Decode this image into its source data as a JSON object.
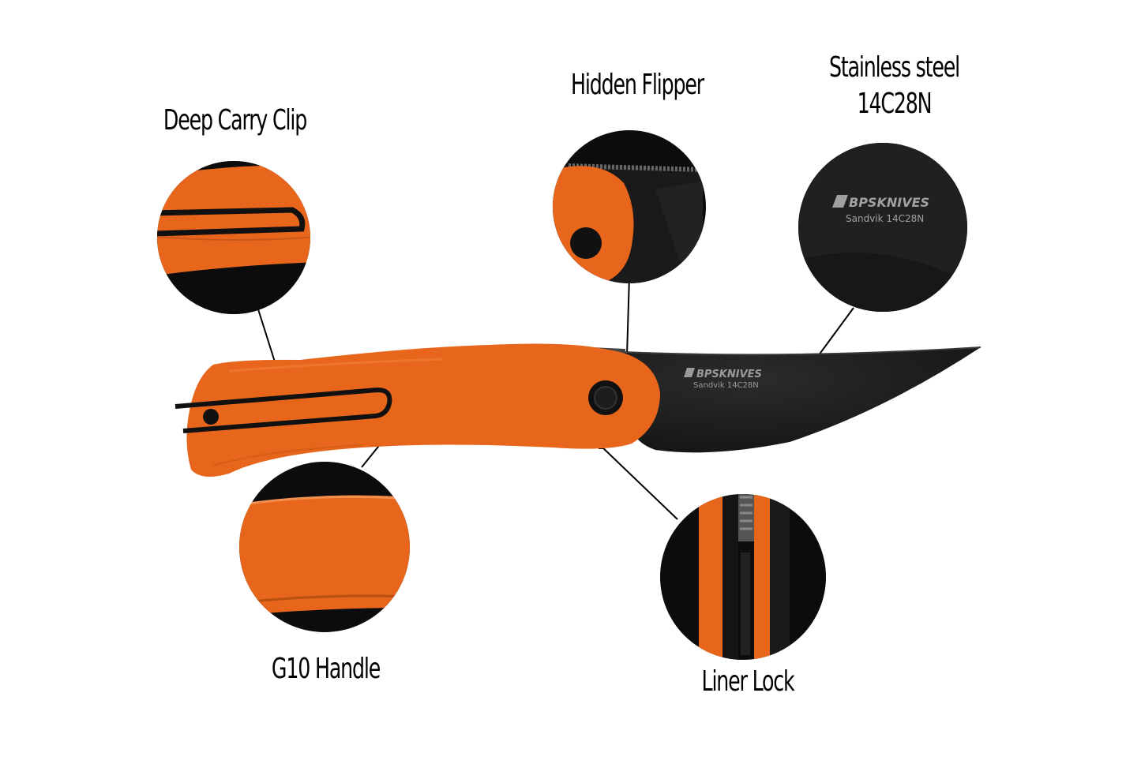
{
  "callouts": {
    "deep_carry_clip": "Deep Carry Clip",
    "hidden_flipper": "Hidden Flipper",
    "stainless_line1": "Stainless steel",
    "stainless_line2": "14C28N",
    "g10_handle": "G10 Handle",
    "liner_lock": "Liner Lock"
  },
  "engraving": {
    "brand": "BPSKNIVES",
    "steel": "Sandvik 14C28N"
  },
  "colors": {
    "handle": "#e8661c",
    "blade": "#1b1b1b",
    "background": "#ffffff"
  }
}
